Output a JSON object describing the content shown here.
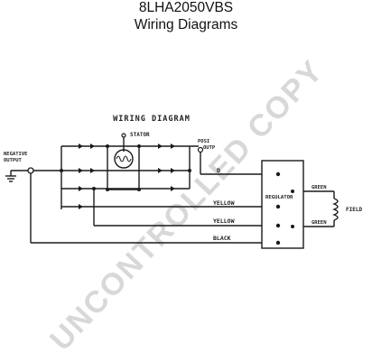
{
  "header": {
    "title": "8LHA2050VBS",
    "subtitle": "Wiring Diagrams"
  },
  "diagram": {
    "heading": "WIRING DIAGRAM",
    "stator_label": "STATOR",
    "negative_output_label": [
      "NEGATIVE",
      "OUTPUT"
    ],
    "positive_output_label": [
      "POSI",
      "OUTP"
    ],
    "regulator_label": "REGULATOR",
    "field_label": "FIELD",
    "wire_labels": {
      "red": "D",
      "yellow_1": "YELLOW",
      "yellow_2": "YELLOW",
      "black": "BLACK",
      "green_top": "GREEN",
      "green_bottom": "GREEN"
    }
  },
  "watermark": {
    "text": "UNCONTROLLED COPY",
    "color": "#d8d8d8"
  },
  "colors": {
    "ink": "#1a1a1a",
    "background": "#ffffff"
  }
}
